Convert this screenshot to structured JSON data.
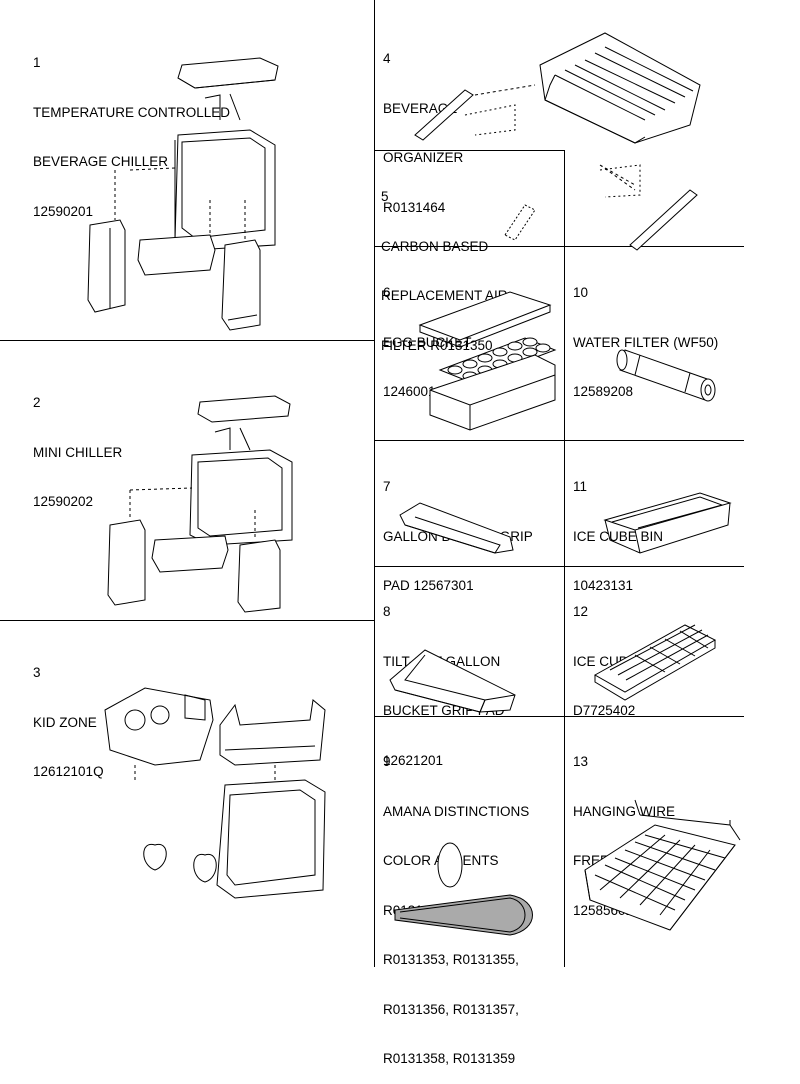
{
  "sections": {
    "s1": {
      "number": "1",
      "lines": [
        "TEMPERATURE CONTROLLED",
        "BEVERAGE CHILLER",
        "12590201"
      ]
    },
    "s2": {
      "number": "2",
      "lines": [
        "MINI CHILLER",
        "12590202"
      ]
    },
    "s3": {
      "number": "3",
      "lines": [
        "KID ZONE",
        "12612101Q"
      ]
    },
    "s4": {
      "number": "4",
      "lines": [
        "BEVERAGE",
        "ORGANIZER",
        "R0131464"
      ]
    },
    "s5": {
      "number": "5",
      "lines": [
        "CARBON BASED",
        "REPLACEMENT AIR",
        "FILTER R0131350"
      ]
    },
    "s6": {
      "number": "6",
      "lines": [
        "EGG BUCKET",
        "12460016"
      ]
    },
    "s7": {
      "number": "7",
      "lines": [
        "GALLON BUCKET GRIP",
        "PAD 12567301"
      ]
    },
    "s8": {
      "number": "8",
      "lines": [
        "TILT-OUT GALLON",
        "BUCKET GRIP PAD",
        "12621201"
      ]
    },
    "s9": {
      "number": "9",
      "lines": [
        "AMANA DISTINCTIONS",
        "COLOR ACCENTS",
        "R0131351, R0131352,",
        "R0131353, R0131355,",
        "R0131356, R0131357,",
        "R0131358, R0131359"
      ]
    },
    "s10": {
      "number": "10",
      "lines": [
        "WATER FILTER (WF50)",
        "12589208"
      ]
    },
    "s11": {
      "number": "11",
      "lines": [
        "ICE CUBE BIN",
        "10423131"
      ]
    },
    "s12": {
      "number": "12",
      "lines": [
        "ICE CUBE TRAY",
        "D7725402"
      ]
    },
    "s13": {
      "number": "13",
      "lines": [
        "HANGING WIRE",
        "FREEZER SHELF",
        "12585601"
      ]
    }
  }
}
